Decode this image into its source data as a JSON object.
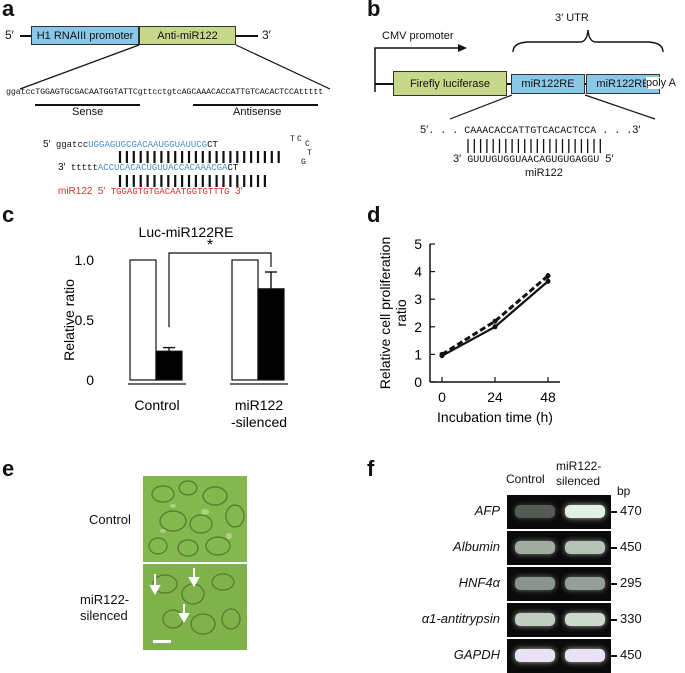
{
  "panels": {
    "a": "a",
    "b": "b",
    "c": "c",
    "d": "d",
    "e": "e",
    "f": "f"
  },
  "panel_a": {
    "five_prime": "5′",
    "three_prime": "3′",
    "h1_label": "H1 RNAIII promoter",
    "anti_label": "Anti-miR122",
    "seq_left": "ggatcc",
    "seq_sense": "TGGAGTGCGACAATGGTATTC",
    "seq_loop": "gttcctgtc",
    "seq_anti": "AGCAAACACCATTGTCACACTCCA",
    "seq_right": "ttttt",
    "sense_label": "Sense",
    "antisense_label": "Antisense",
    "hp_top_5": "5′",
    "hp_top_lower": "ggatcc",
    "hp_top_blue": "UGGAGUGCGACAAUGGUAUUCG",
    "hp_top_end": "CT",
    "hp_loop_1": "T",
    "hp_loop_2": "C",
    "hp_loop_3": "C",
    "hp_loop_4": "T",
    "hp_loop_5": "G",
    "hp_bot_3": "3′",
    "hp_bot_lower": "ttttt",
    "hp_bot_blue": "ACCUCACACUGUUACCACAAACGA",
    "hp_bot_end": "CT",
    "mir_label": "miR122",
    "mir_5": "5′",
    "mir_seq": "TGGAGTGTGACAATGGTGTTTG",
    "mir_3": "3′"
  },
  "panel_b": {
    "cmv": "CMV promoter",
    "utr": "3′ UTR",
    "luc": "Firefly luciferase",
    "re1": "miR122RE",
    "re2": "miR122RE",
    "polyA": "poly A",
    "top_5": "5′",
    "top_seq": ". . . CAAACACCATTGTCACACTCCA . . .",
    "top_3": "3′",
    "bot_3": "3′",
    "bot_seq": "GUUUGUGGUAACAGUGUGAGGU",
    "bot_5": "5′",
    "bot_label": "miR122"
  },
  "panel_c": {
    "chart_data": {
      "type": "bar",
      "title": "Luc-miR122RE",
      "ylabel": "Relative ratio",
      "categories": [
        "Control",
        "miR122\n-silenced"
      ],
      "category_label_1": "Control",
      "category_label_2a": "miR122",
      "category_label_2b": "-silenced",
      "series": [
        {
          "values": [
            1.0,
            1.0
          ],
          "errors": [
            0,
            0
          ],
          "color": "#ffffff"
        },
        {
          "values": [
            0.24,
            0.76
          ],
          "errors": [
            0.03,
            0.14
          ],
          "color": "#000000"
        }
      ],
      "yticks": [
        "0",
        "0.5",
        "1.0"
      ],
      "ylim": [
        0,
        1.05
      ],
      "significance": "*"
    }
  },
  "panel_d": {
    "chart_data": {
      "type": "line",
      "xlabel": "Incubation time (h)",
      "ylabel": "Relative cell proliferation ratio",
      "ylabel_line1": "Relative cell proliferation",
      "ylabel_line2": "ratio",
      "x": [
        0,
        24,
        48
      ],
      "xticks": [
        "0",
        "24",
        "48"
      ],
      "yticks": [
        "0",
        "1",
        "2",
        "3",
        "4",
        "5"
      ],
      "ylim": [
        0,
        5
      ],
      "series": [
        {
          "values": [
            0.95,
            2.0,
            3.65
          ],
          "style": "solid"
        },
        {
          "values": [
            1.0,
            2.2,
            3.85
          ],
          "style": "dashed"
        }
      ]
    }
  },
  "panel_e": {
    "control": "Control",
    "silenced_1": "miR122-",
    "silenced_2": "silenced"
  },
  "panel_f": {
    "col_control": "Control",
    "col_mir_1": "miR122-",
    "col_mir_2": "silenced",
    "bp": "bp",
    "rows": [
      {
        "gene": "AFP",
        "bp": "470"
      },
      {
        "gene": "Albumin",
        "bp": "450"
      },
      {
        "gene": "HNF4α",
        "bp": "295"
      },
      {
        "gene": "α1-antitrypsin",
        "bp": "330"
      },
      {
        "gene": "GAPDH",
        "bp": "450"
      }
    ]
  }
}
